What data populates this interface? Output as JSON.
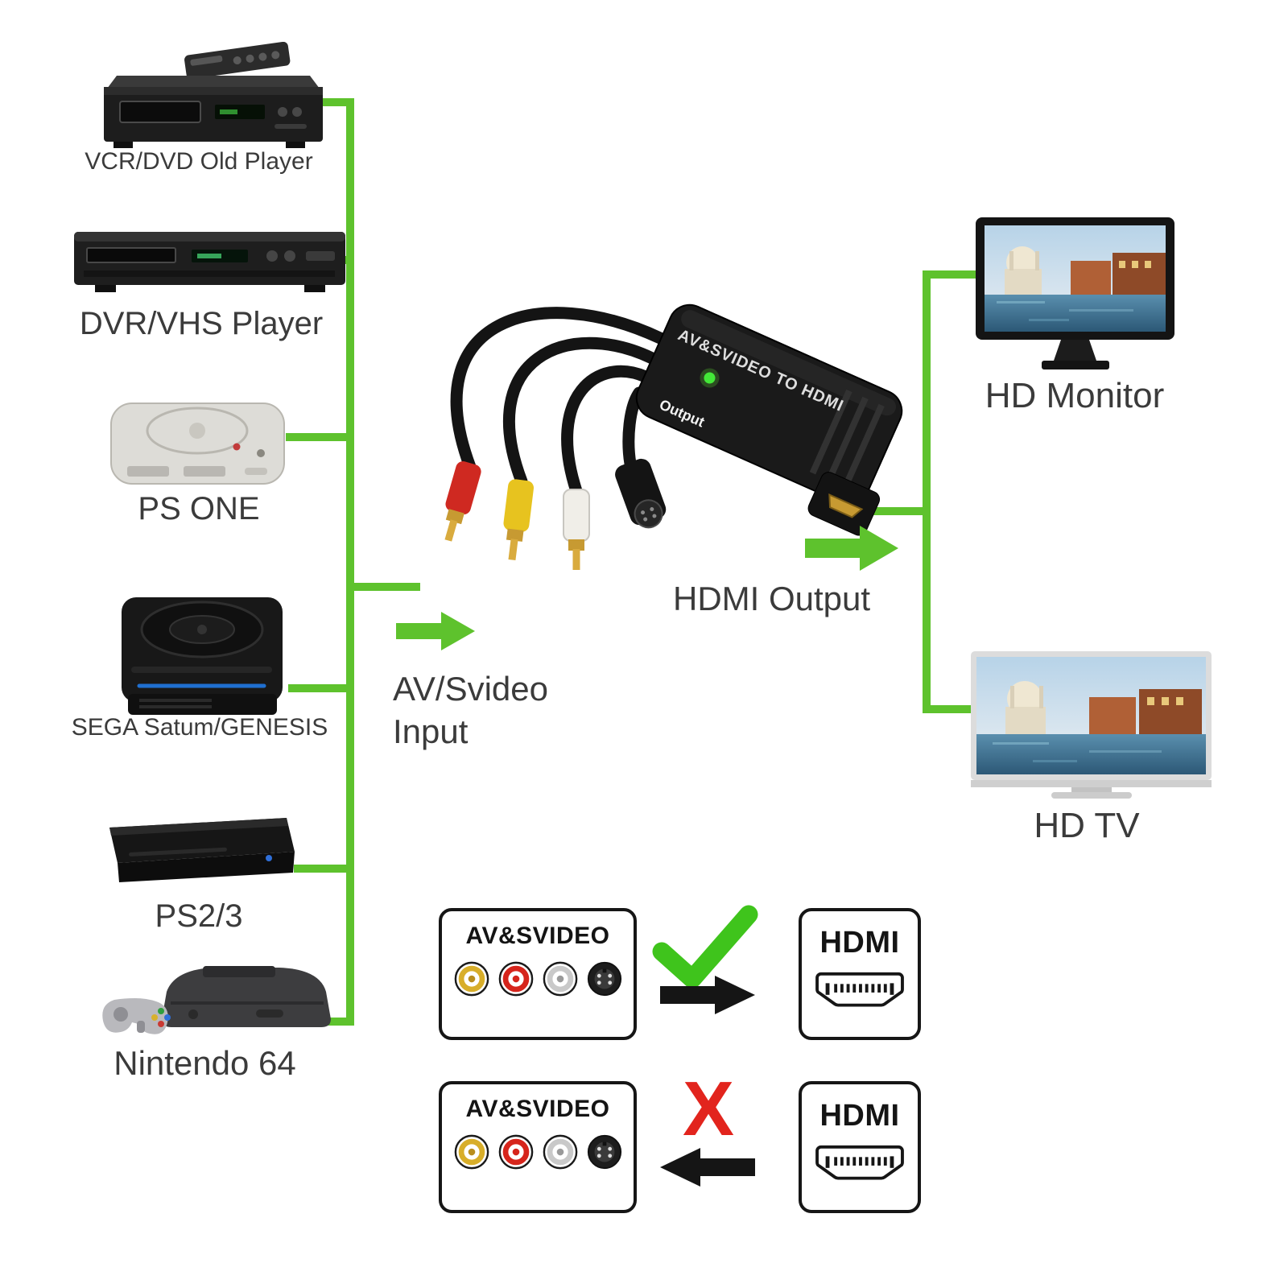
{
  "colors": {
    "accent_green": "#5ec22d",
    "check_green": "#3fc41c",
    "cross_red": "#e2241d",
    "text": "#3b3b3b",
    "outline_black": "#161616",
    "rca_yellow": "#d8ae2a",
    "rca_red": "#d6251c",
    "rca_white": "#c9c9c9"
  },
  "sources": {
    "items": [
      {
        "label": "VCR/DVD Old Player",
        "icon": "vcr-dvd-player"
      },
      {
        "label": "DVR/VHS Player",
        "icon": "dvr-vhs-player"
      },
      {
        "label": "PS ONE",
        "icon": "ps-one-console"
      },
      {
        "label": "SEGA Satum/GENESIS",
        "icon": "sega-console"
      },
      {
        "label": "PS2/3",
        "icon": "ps2-3-console"
      },
      {
        "label": "Nintendo 64",
        "icon": "nintendo-64-console"
      }
    ]
  },
  "displays": {
    "items": [
      {
        "label": "HD Monitor",
        "icon": "hd-monitor"
      },
      {
        "label": "HD TV",
        "icon": "hd-tv"
      }
    ]
  },
  "converter": {
    "body_text": "AV&SVIDEO TO HDMI",
    "port_label": "Output"
  },
  "flow": {
    "input_label": "AV/Svideo Input",
    "output_label": "HDMI Output"
  },
  "compatibility": {
    "correct": {
      "from_label": "AV&SVIDEO",
      "to_label": "HDMI",
      "result": "supported",
      "direction": "av-to-hdmi"
    },
    "wrong": {
      "from_label": "AV&SVIDEO",
      "to_label": "HDMI",
      "result": "not-supported",
      "direction": "hdmi-to-av"
    }
  },
  "icons": {
    "check": "✓",
    "cross": "X",
    "connectors": [
      "rca-yellow",
      "rca-red",
      "rca-white",
      "s-video"
    ]
  }
}
